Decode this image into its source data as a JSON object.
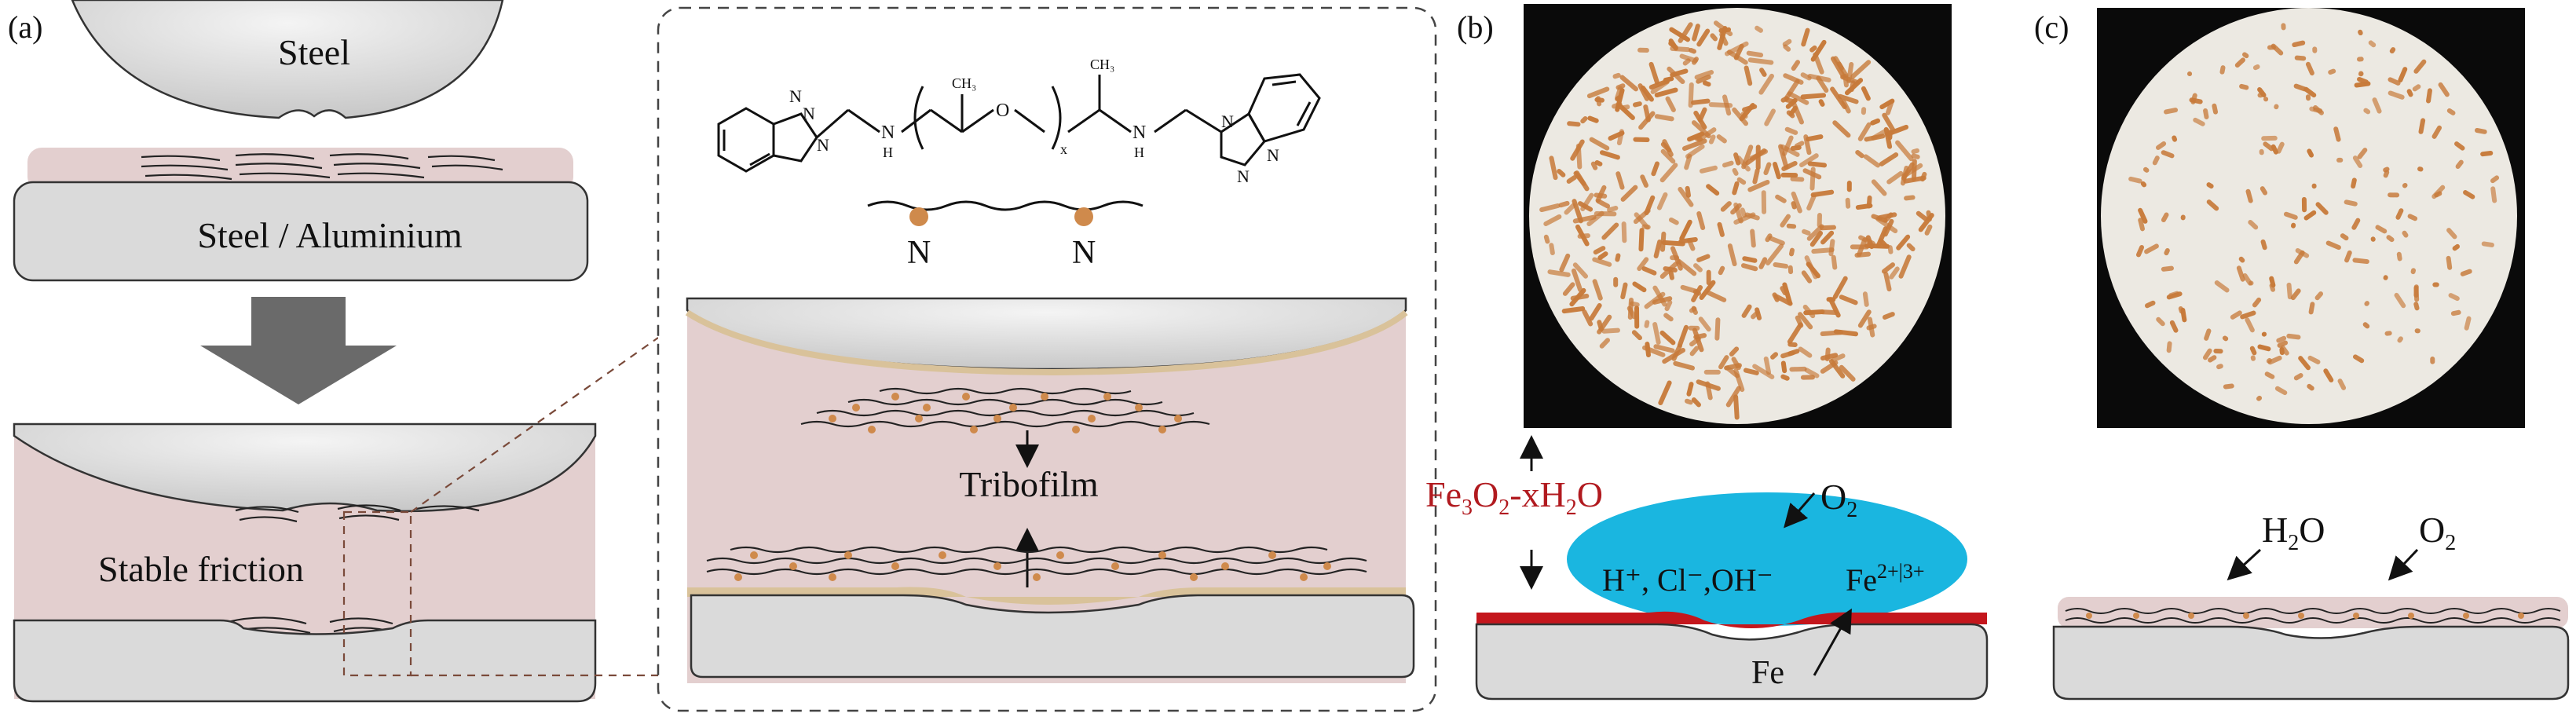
{
  "panels": {
    "a": {
      "label": "(a)",
      "steel": "Steel",
      "substrate": "Steel / Aluminium",
      "stable_friction": "Stable friction",
      "tribofilm": "Tribofilm",
      "molecule": {
        "ch3_left": "CH₃",
        "ch3_right": "CH₃",
        "o": "O",
        "x": "x",
        "h_left": "H",
        "n_left": "N",
        "h_right": "H",
        "n_right": "N",
        "bt_left_n1": "N",
        "bt_left_n2": "N",
        "bt_left_n3": "N",
        "bt_right_n1": "N",
        "bt_right_n2": "N",
        "bt_right_n3": "N"
      },
      "chain_n_left": "N",
      "chain_n_right": "N"
    },
    "b": {
      "label": "(b)",
      "rust_main": "Fe",
      "rust_sub3": "3",
      "rust_oxide": "O",
      "rust_sub2": "2",
      "rust_rest": "-xH",
      "rust_sub_h": "2",
      "rust_tail": "O",
      "o2": "O",
      "o2_sub": "2",
      "ions": "H⁺, Cl⁻,OH⁻",
      "fe_ion": "Fe",
      "fe_ion_sup": "2+|3+",
      "fe": "Fe"
    },
    "c": {
      "label": "(c)",
      "h2o_h": "H",
      "h2o_sub": "2",
      "h2o_o": "O",
      "o2": "O",
      "o2_sub": "2"
    }
  },
  "colors": {
    "steel_fill": "#dadada",
    "oil_fill": "#e3cfcf",
    "arrow_fill": "#6a6a6a",
    "tan_layer": "#d9c29a",
    "orange_dot": "#cf8a4c",
    "rust_red": "#c4161c",
    "droplet_blue": "#1ab6e0",
    "photo_bg": "#0a0a0a",
    "paper": "#ece9e2",
    "rust_spot": "#c77a3a"
  }
}
